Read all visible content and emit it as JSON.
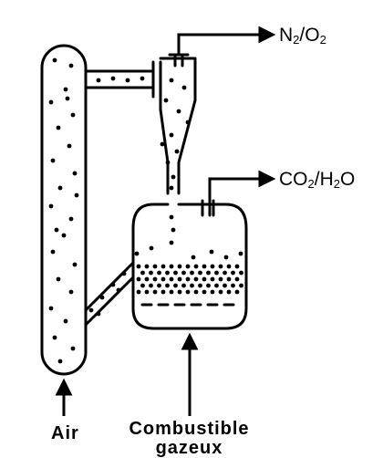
{
  "labels": {
    "exhaust_air": {
      "main1": "N",
      "sub1": "2",
      "sep": "/O",
      "sub2": "2"
    },
    "exhaust_fuel": {
      "main1": "CO",
      "sub1": "2",
      "sep": "/H",
      "sub2": "2",
      "end": "O"
    },
    "air_inlet": "Air",
    "fuel_inlet_line1": "Combustible",
    "fuel_inlet_line2": "gazeux"
  },
  "colors": {
    "stroke": "#000000",
    "particle": "#000000",
    "background": "#ffffff"
  }
}
